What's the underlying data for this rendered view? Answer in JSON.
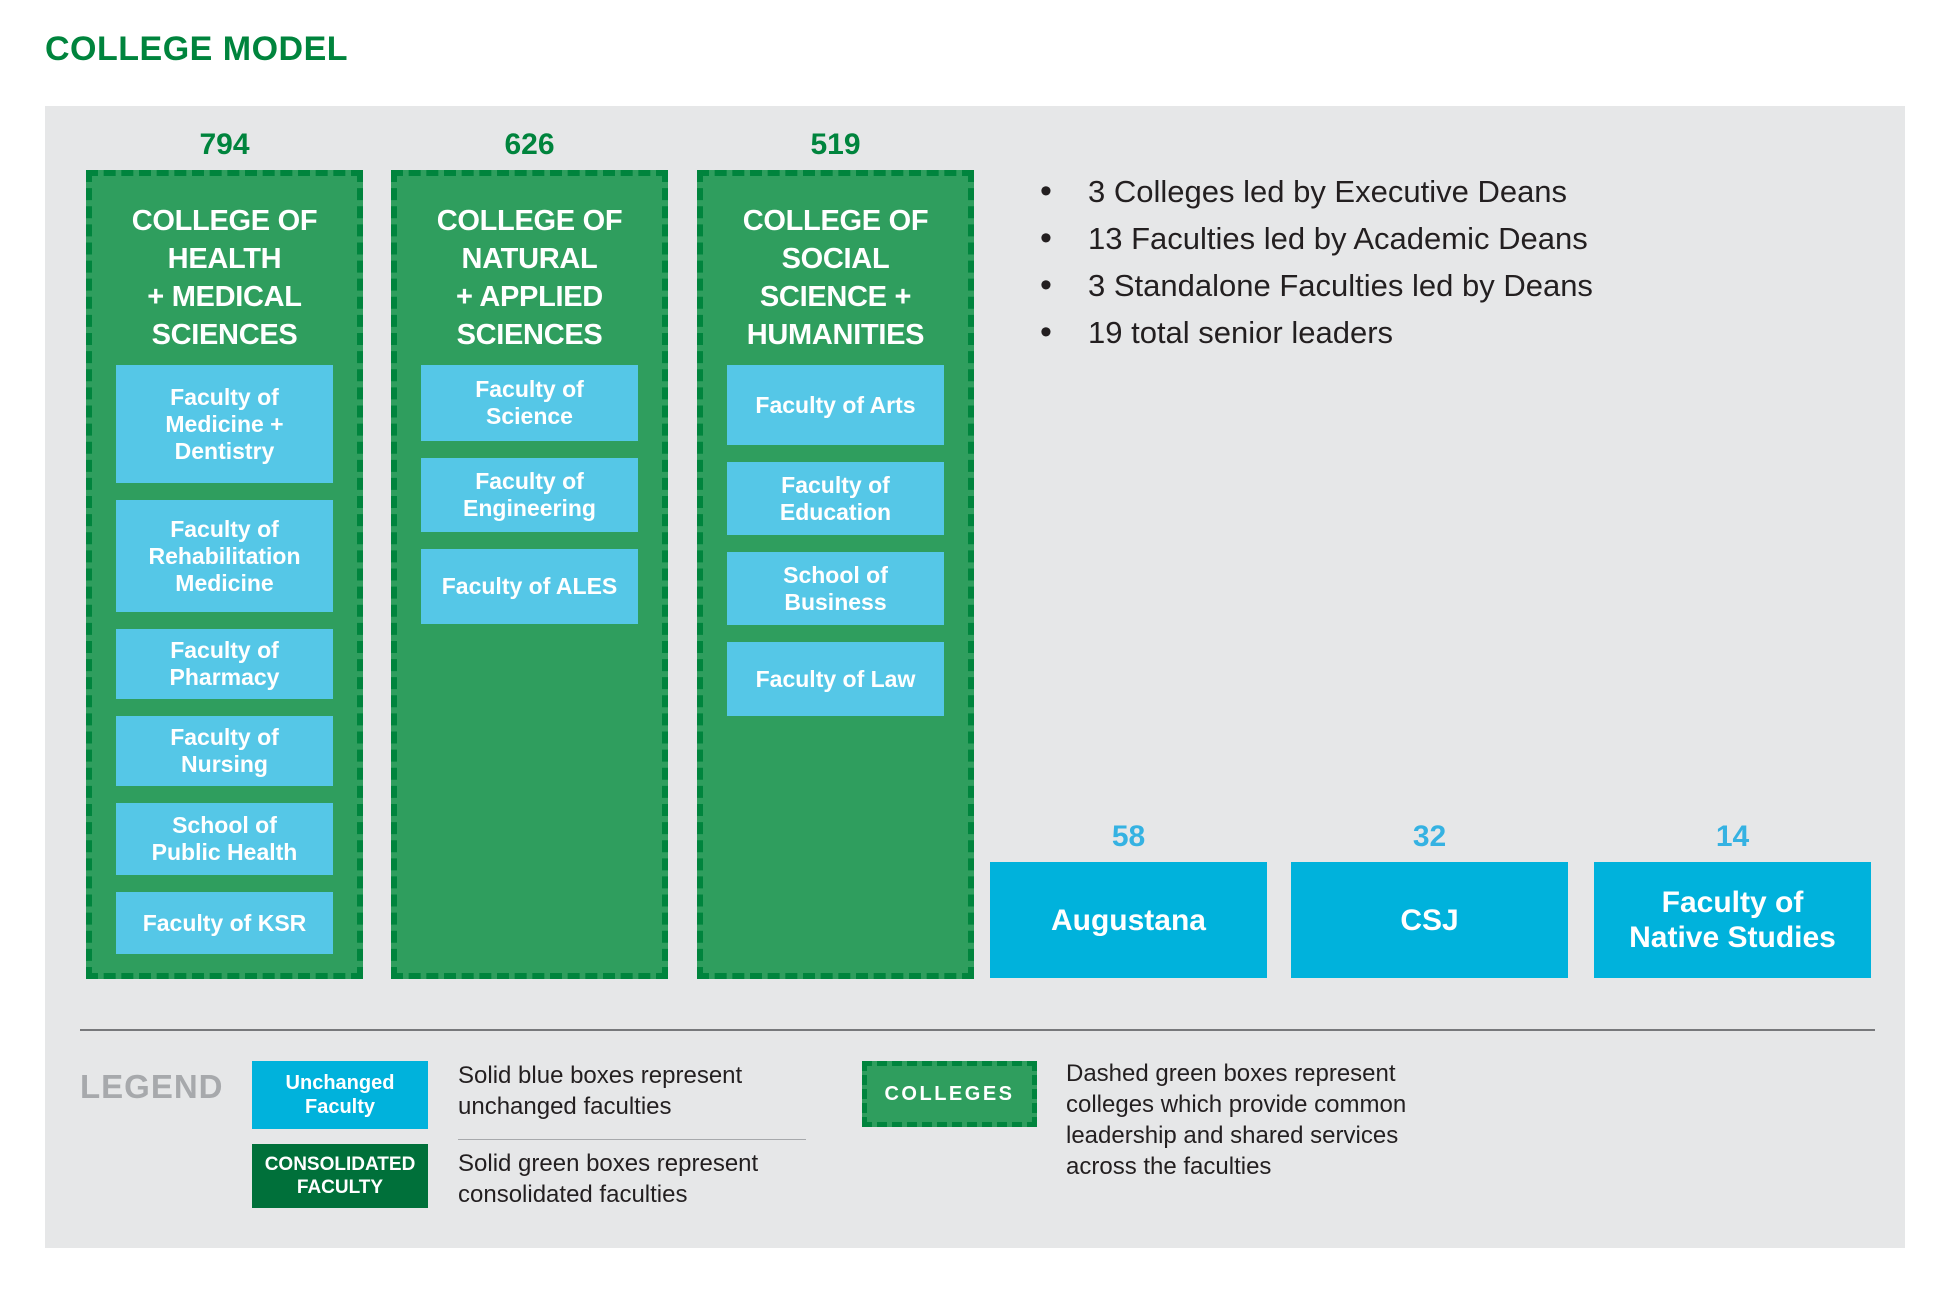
{
  "title": "COLLEGE MODEL",
  "colors": {
    "dark_green": "#00843d",
    "college_fill_green": "#2f9e5e",
    "consolidated_green": "#00703a",
    "unchanged_faculty_blue": "#55c7e7",
    "standalone_cyan": "#00b2dc",
    "standalone_count_cyan": "#35b2e2",
    "panel_gray": "#e6e7e8",
    "legend_gray": "#a7a9ac",
    "text_black": "#231f20"
  },
  "colleges": [
    {
      "count": "794",
      "name": "COLLEGE OF\nHEALTH\n+ MEDICAL\nSCIENCES",
      "faculties": [
        {
          "label": "Faculty of\nMedicine +\nDentistry"
        },
        {
          "label": "Faculty of\nRehabilitation\nMedicine"
        },
        {
          "label": "Faculty of\nPharmacy"
        },
        {
          "label": "Faculty of\nNursing"
        },
        {
          "label": "School of\nPublic Health"
        },
        {
          "label": "Faculty of KSR"
        }
      ]
    },
    {
      "count": "626",
      "name": "COLLEGE OF\nNATURAL\n+ APPLIED\nSCIENCES",
      "faculties": [
        {
          "label": "Faculty of\nScience"
        },
        {
          "label": "Faculty of\nEngineering"
        },
        {
          "label": "Faculty of ALES"
        }
      ]
    },
    {
      "count": "519",
      "name": "COLLEGE OF\nSOCIAL\nSCIENCE +\nHUMANITIES",
      "faculties": [
        {
          "label": "Faculty of Arts"
        },
        {
          "label": "Faculty of\nEducation"
        },
        {
          "label": "School of\nBusiness"
        },
        {
          "label": "Faculty of Law"
        }
      ]
    }
  ],
  "bullets": [
    "3 Colleges led by Executive Deans",
    "13 Faculties led by Academic Deans",
    "3 Standalone Faculties led by Deans",
    "19 total senior leaders"
  ],
  "standalone": [
    {
      "count": "58",
      "label": "Augustana"
    },
    {
      "count": "32",
      "label": "CSJ"
    },
    {
      "count": "14",
      "label": "Faculty of\nNative Studies"
    }
  ],
  "legend": {
    "heading": "LEGEND",
    "unchanged_box": "Unchanged\nFaculty",
    "unchanged_desc": "Solid blue boxes represent\nunchanged faculties",
    "consolidated_box": "CONSOLIDATED\nFACULTY",
    "consolidated_desc": "Solid green boxes represent\nconsolidated faculties",
    "colleges_box": "COLLEGES",
    "colleges_desc": "Dashed green boxes represent\ncolleges which provide common\nleadership and shared services\nacross the faculties"
  }
}
